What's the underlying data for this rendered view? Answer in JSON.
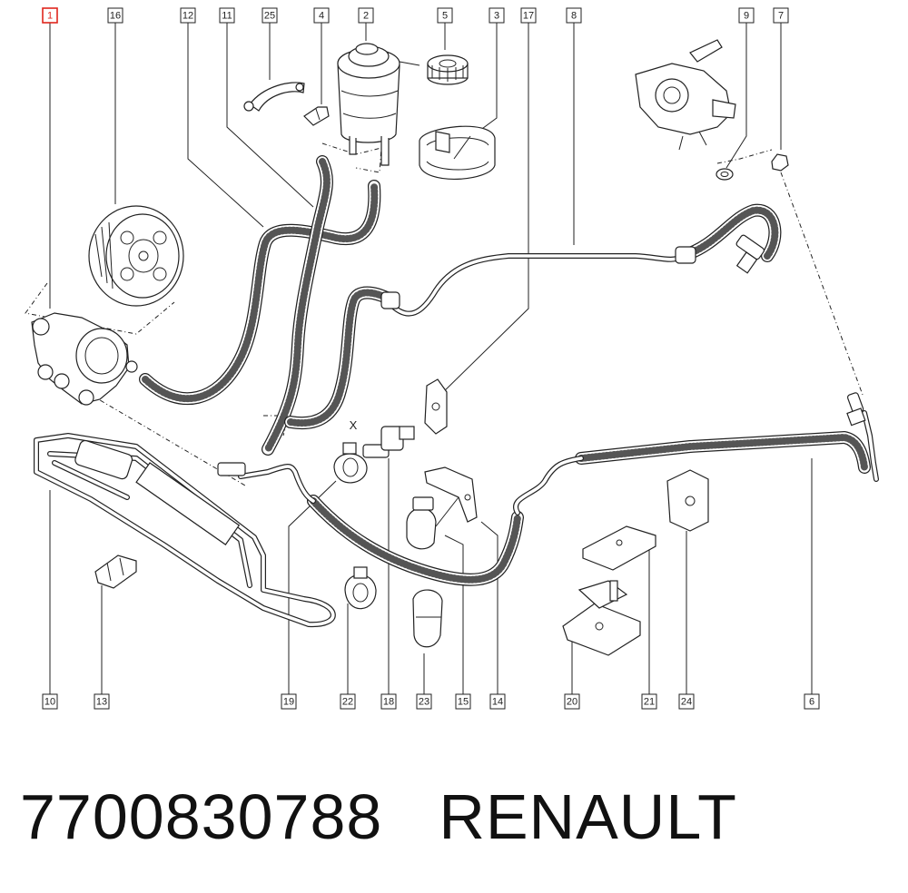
{
  "footer": {
    "part_number": "7700830788",
    "brand": "RENAULT"
  },
  "marker_x": "X",
  "callouts": [
    {
      "id": "c1",
      "label": "1",
      "highlight": true
    },
    {
      "id": "c16",
      "label": "16"
    },
    {
      "id": "c12",
      "label": "12"
    },
    {
      "id": "c11",
      "label": "11"
    },
    {
      "id": "c25",
      "label": "25"
    },
    {
      "id": "c4",
      "label": "4"
    },
    {
      "id": "c2",
      "label": "2"
    },
    {
      "id": "c5",
      "label": "5"
    },
    {
      "id": "c3",
      "label": "3"
    },
    {
      "id": "c17",
      "label": "17"
    },
    {
      "id": "c8",
      "label": "8"
    },
    {
      "id": "c9",
      "label": "9"
    },
    {
      "id": "c7",
      "label": "7"
    },
    {
      "id": "c10",
      "label": "10"
    },
    {
      "id": "c13",
      "label": "13"
    },
    {
      "id": "c19",
      "label": "19"
    },
    {
      "id": "c22",
      "label": "22"
    },
    {
      "id": "c18",
      "label": "18"
    },
    {
      "id": "c23",
      "label": "23"
    },
    {
      "id": "c15",
      "label": "15"
    },
    {
      "id": "c14",
      "label": "14"
    },
    {
      "id": "c20",
      "label": "20"
    },
    {
      "id": "c21",
      "label": "21"
    },
    {
      "id": "c24",
      "label": "24"
    },
    {
      "id": "c6",
      "label": "6"
    }
  ],
  "colors": {
    "line": "#222222",
    "highlight": "#e0261d",
    "background": "#ffffff"
  }
}
